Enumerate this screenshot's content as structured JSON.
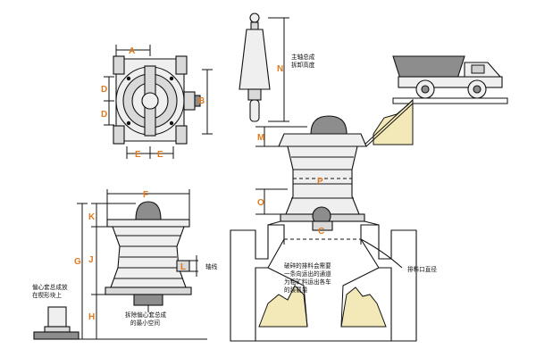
{
  "dimension_labels": {
    "A": "A",
    "B": "B",
    "C": "C",
    "D1": "D",
    "D2": "D",
    "E1": "E",
    "E2": "E",
    "F": "F",
    "G": "G",
    "H": "H",
    "J": "J",
    "K": "K",
    "L": "L",
    "M": "M",
    "N": "N",
    "O": "O",
    "P": "P"
  },
  "notes": {
    "main_shaft_line1": "主轴总成",
    "main_shaft_line2": "拆卸高度",
    "eccentric_line1": "偏心套总成放",
    "eccentric_line2": "在楔形块上",
    "eccentric_line3": "偏心套总成放",
    "eccentric_line4": "在楔形块上",
    "drive_shaft": "轴线",
    "removal_line1": "拆除偏心套总成",
    "removal_line2": "的最小空间",
    "discharge_line1": "破碎的排料会需要",
    "discharge_line2": "一条向运出的通道",
    "discharge_line3": "为粗矿料运出各车",
    "discharge_line4": "的装载量",
    "outlet_diameter": "排料口直径"
  },
  "colors": {
    "dimension_orange": "#e07a1f",
    "ore_yellow": "#f3e8b8",
    "metal_grey": "#d9d9d9",
    "dark_grey": "#8d8d8d"
  }
}
